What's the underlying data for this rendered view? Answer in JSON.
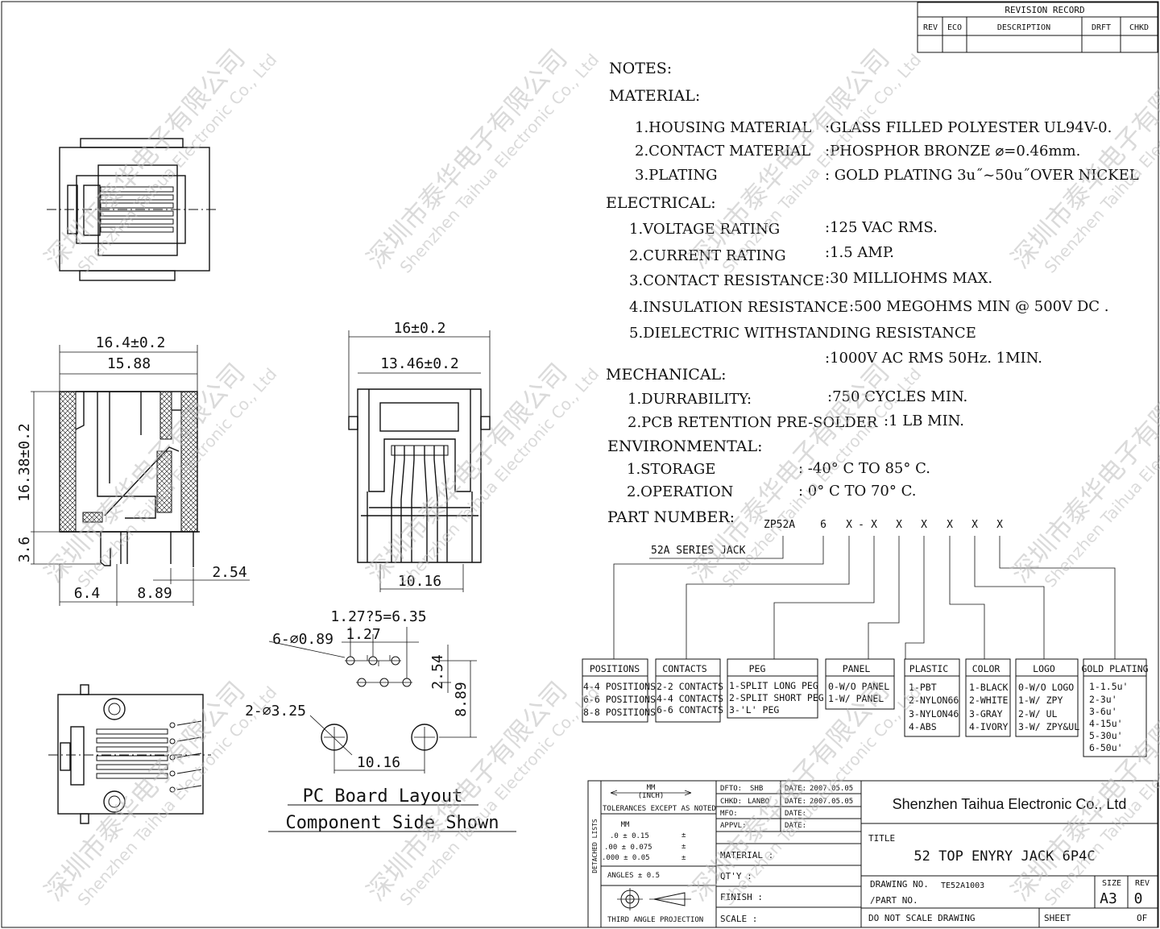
{
  "revision": {
    "title": "REVISION RECORD",
    "columns": [
      "REV",
      "ECO",
      "DESCRIPTION",
      "DRFT",
      "CHKD"
    ]
  },
  "notes": {
    "heading": "NOTES:",
    "material": {
      "heading": "MATERIAL:",
      "items": [
        {
          "label": "1.HOUSING MATERIAL",
          "value": ":GLASS FILLED POLYESTER UL94V-0."
        },
        {
          "label": "2.CONTACT MATERIAL",
          "value": ":PHOSPHOR BRONZE ⌀=0.46mm."
        },
        {
          "label": "3.PLATING",
          "value": ": GOLD PLATING 3u˝~50u˝OVER  NICKEL"
        }
      ]
    },
    "electrical": {
      "heading": "ELECTRICAL:",
      "items": [
        {
          "label": "1.VOLTAGE RATING",
          "value": ":125 VAC RMS."
        },
        {
          "label": "2.CURRENT RATING",
          "value": ":1.5 AMP."
        },
        {
          "label": "3.CONTACT RESISTANCE",
          "value": ":30 MILLIOHMS MAX."
        },
        {
          "label": "4.INSULATION RESISTANCE",
          "value": ":500 MEGOHMS MIN @ 500V DC ."
        },
        {
          "label": "5.DIELECTRIC WITHSTANDING RESISTANCE",
          "value": ":1000V AC RMS 50Hz.  1MIN."
        }
      ]
    },
    "mechanical": {
      "heading": "MECHANICAL:",
      "items": [
        {
          "label": "1.DURRABILITY:",
          "value": ":750 CYCLES MIN."
        },
        {
          "label": "2.PCB RETENTION PRE-SOLDER",
          "value": ":1 LB MIN."
        }
      ]
    },
    "environmental": {
      "heading": "ENVIRONMENTAL:",
      "items": [
        {
          "label": "1.STORAGE",
          "value": ": -40° C TO 85° C."
        },
        {
          "label": "2.OPERATION",
          "value": ": 0° C TO 70° C."
        }
      ]
    }
  },
  "part_number": {
    "heading": "PART NUMBER:",
    "code": [
      "ZP52A",
      "6",
      "X",
      "-",
      "X",
      "X",
      "X",
      "X",
      "X",
      "X"
    ],
    "series_label": "52A SERIES JACK",
    "options": [
      {
        "title": "POSITIONS",
        "lines": [
          "4-4 POSITIONS",
          "6-6 POSITIONS",
          "8-8 POSITIONS"
        ]
      },
      {
        "title": "CONTACTS",
        "lines": [
          "2-2 CONTACTS",
          "4-4 CONTACTS",
          "6-6 CONTACTS"
        ]
      },
      {
        "title": "PEG",
        "lines": [
          "1-SPLIT LONG PEG",
          "2-SPLIT SHORT PEG",
          "3-'L' PEG"
        ]
      },
      {
        "title": "PANEL",
        "lines": [
          "0-W/O PANEL",
          "1-W/  PANEL"
        ]
      },
      {
        "title": "PLASTIC",
        "lines": [
          "1-PBT",
          "2-NYLON66",
          "3-NYLON46",
          "4-ABS"
        ]
      },
      {
        "title": "COLOR",
        "lines": [
          "1-BLACK",
          "2-WHITE",
          "3-GRAY",
          "4-IVORY"
        ]
      },
      {
        "title": "LOGO",
        "lines": [
          "0-W/O LOGO",
          "1-W/ ZPY",
          "2-W/ UL",
          "3-W/ ZPY&UL"
        ]
      },
      {
        "title": "GOLD PLATING",
        "lines": [
          "1-1.5u'",
          "2-3u'",
          "3-6u'",
          "4-15u'",
          "5-30u'",
          "6-50u'"
        ]
      }
    ]
  },
  "dimensions": {
    "side_width_outer": "16.4±0.2",
    "side_width_inner": "15.88",
    "side_height": "16.38±0.2",
    "side_pin": "3.6",
    "side_pitch": "2.54",
    "side_offset": "6.4",
    "side_span": "8.89",
    "front_width_outer": "16±0.2",
    "front_width_inner": "13.46±0.2",
    "front_bottom": "10.16",
    "pcb_pitch_total": "1.27?5=6.35",
    "pcb_pitch": "1.27",
    "pcb_holes_small": "6-⌀0.89",
    "pcb_row": "2.54",
    "pcb_height": "8.89",
    "pcb_holes_large": "2-⌀3.25",
    "pcb_span": "10.16"
  },
  "pcb_caption": [
    "PC Board Layout",
    "Component Side Shown"
  ],
  "title_block": {
    "units_mm": "MM",
    "units_inch": "(INCH)",
    "tolerance_heading": "TOLERANCES EXCEPT AS NOTED",
    "detached": "DETACHED LISTS",
    "tol_mm": "MM",
    "tol_rows": [
      ".0  ±  0.15",
      ".00  ±  0.075",
      ".000  ±  0.05"
    ],
    "tol_plus": "±",
    "angles": "ANGLES ± 0.5",
    "projection": "THIRD ANGLE PROJECTION",
    "dfto_label": "DFTO:",
    "dfto_value": "SHB",
    "chkd_label": "CHKD:",
    "chkd_value": "LANBO",
    "mfo_label": "MFO:",
    "appvl_label": "APPVL:",
    "date_label": "DATE:",
    "dfto_date": "2007.05.05",
    "chkd_date": "2007.05.05",
    "material_label": "MATERIAL :",
    "qty_label": "QT'Y :",
    "finish_label": "FINISH :",
    "scale_label": "SCALE :",
    "company": "Shenzhen Taihua Electronic Co., Ltd",
    "title_label": "TITLE",
    "title_value": "52 TOP ENYRY JACK 6P4C",
    "drawing_no_label": "DRAWING NO.",
    "drawing_no_value": "TE52A1003",
    "part_no_label": "/PART  NO.",
    "size_label": "SIZE",
    "size_value": "A3",
    "rev_label": "REV",
    "rev_value": "0",
    "do_not_scale": "DO NOT SCALE DRAWING",
    "sheet_label": "SHEET",
    "of_label": "OF"
  },
  "watermark": {
    "cn": "深圳市泰华电子有限公司",
    "en": "Shenzhen Taihua Electronic Co., Ltd"
  }
}
